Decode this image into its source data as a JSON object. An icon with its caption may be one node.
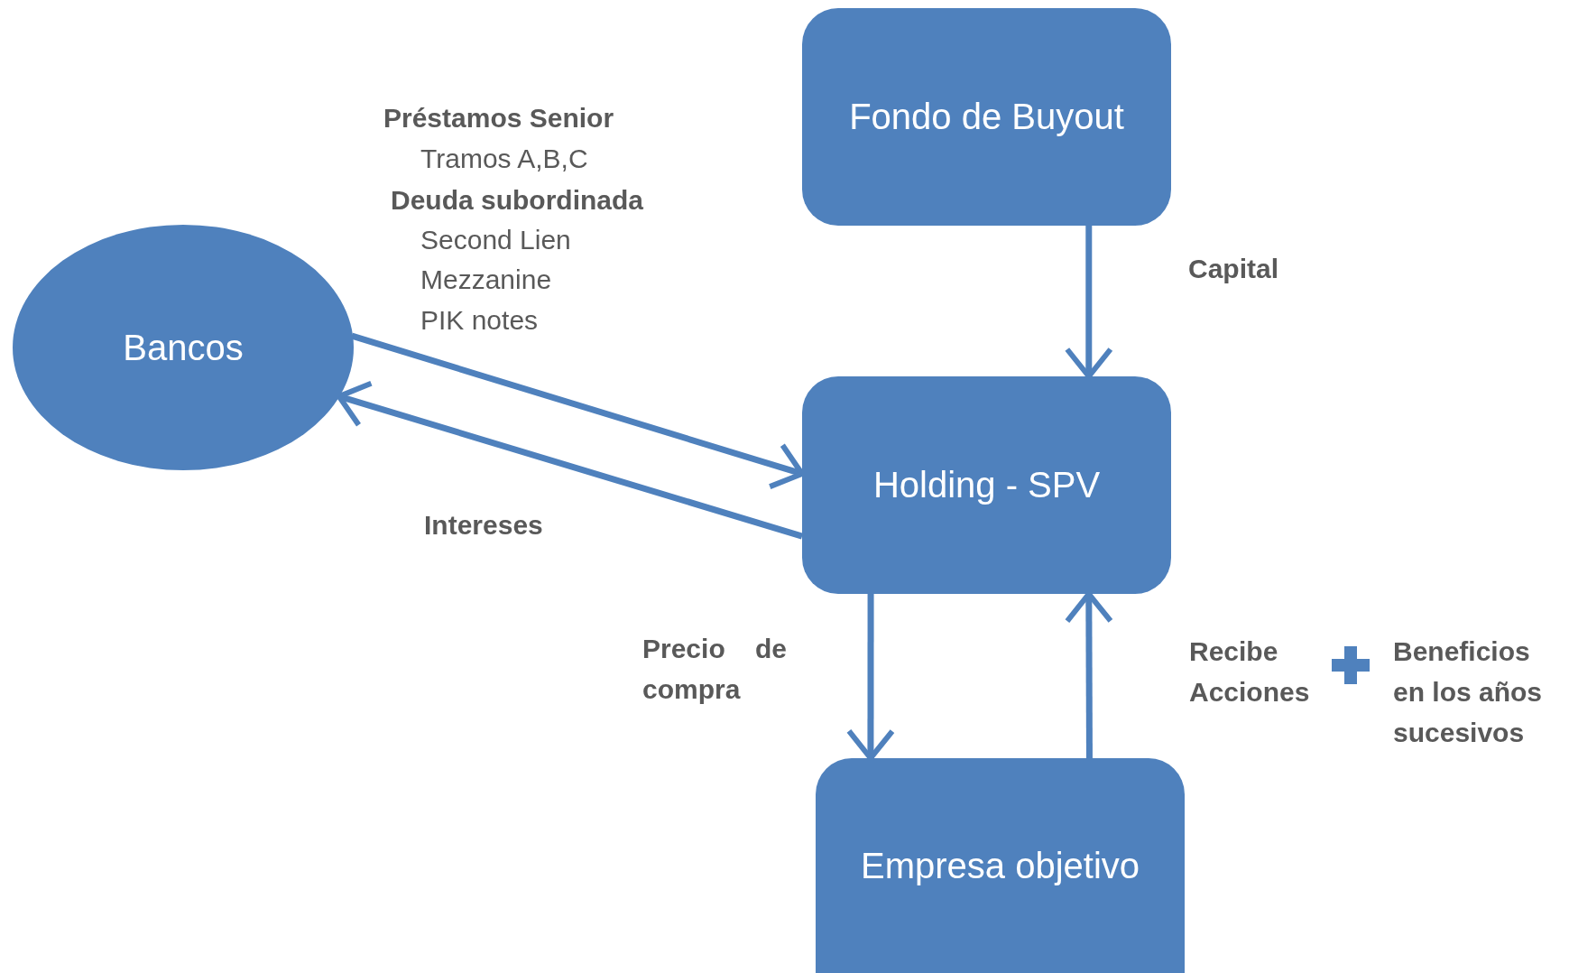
{
  "diagram": {
    "nodes": [
      {
        "text": [
          "Fondo de Buyout"
        ]
      },
      {
        "text": [
          "Bancos"
        ]
      },
      {
        "text": [
          "Holding - SPV"
        ]
      },
      {
        "text": [
          "Empresa objetivo"
        ]
      }
    ],
    "edges": [
      {
        "from": 0,
        "to": 2,
        "arrow": "to",
        "label": "Capital"
      },
      {
        "from": 1,
        "to": 2,
        "arrow": "to"
      },
      {
        "from": 2,
        "to": 1,
        "arrow": "to",
        "label": "Intereses"
      },
      {
        "from": 2,
        "to": 3,
        "arrow": "to",
        "label": "Precio de compra"
      },
      {
        "from": 3,
        "to": 2,
        "arrow": "to",
        "label": "Recibe Acciones"
      }
    ],
    "labels": [
      "Préstamos Senior",
      "Tramos A,B,C",
      "Deuda subordinada",
      "Second Lien",
      "Mezzanine",
      "PIK notes",
      "Beneficios en los años sucesivos"
    ]
  }
}
